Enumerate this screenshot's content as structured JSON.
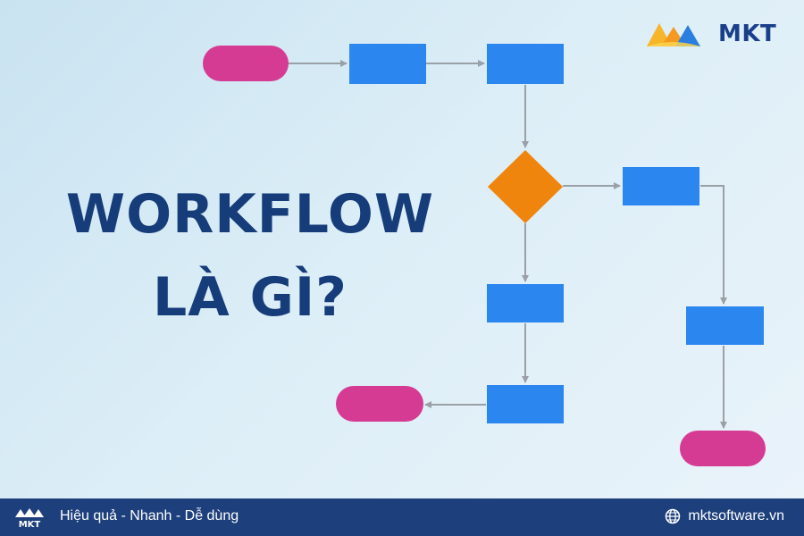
{
  "brand": {
    "name": "MKT",
    "accent": "#1a3f8a",
    "logo_colors": [
      "#f7b52b",
      "#2a7ee0"
    ]
  },
  "headline": {
    "line1": "WORKFLOW",
    "line2": "LÀ GÌ?"
  },
  "diagram": {
    "colors": {
      "terminal": "#d63b93",
      "process": "#2b86f0",
      "decision": "#f0850e",
      "arrow": "#9aa0a6"
    },
    "nodes": [
      {
        "id": "start",
        "kind": "terminal"
      },
      {
        "id": "step-1",
        "kind": "process"
      },
      {
        "id": "step-2",
        "kind": "process"
      },
      {
        "id": "decision",
        "kind": "decision"
      },
      {
        "id": "branch-right-1",
        "kind": "process"
      },
      {
        "id": "branch-right-2",
        "kind": "process"
      },
      {
        "id": "end-right",
        "kind": "terminal"
      },
      {
        "id": "branch-down-1",
        "kind": "process"
      },
      {
        "id": "branch-down-2",
        "kind": "process"
      },
      {
        "id": "end-left",
        "kind": "terminal"
      }
    ],
    "edges": [
      [
        "start",
        "step-1"
      ],
      [
        "step-1",
        "step-2"
      ],
      [
        "step-2",
        "decision"
      ],
      [
        "decision",
        "branch-right-1"
      ],
      [
        "branch-right-1",
        "branch-right-2"
      ],
      [
        "branch-right-2",
        "end-right"
      ],
      [
        "decision",
        "branch-down-1"
      ],
      [
        "branch-down-1",
        "branch-down-2"
      ],
      [
        "branch-down-2",
        "end-left"
      ]
    ]
  },
  "footer": {
    "tagline": "Hiệu quả - Nhanh - Dễ dùng",
    "website": "mktsoftware.vn",
    "website_icon": "globe-icon",
    "background": "#1d3f7c"
  }
}
